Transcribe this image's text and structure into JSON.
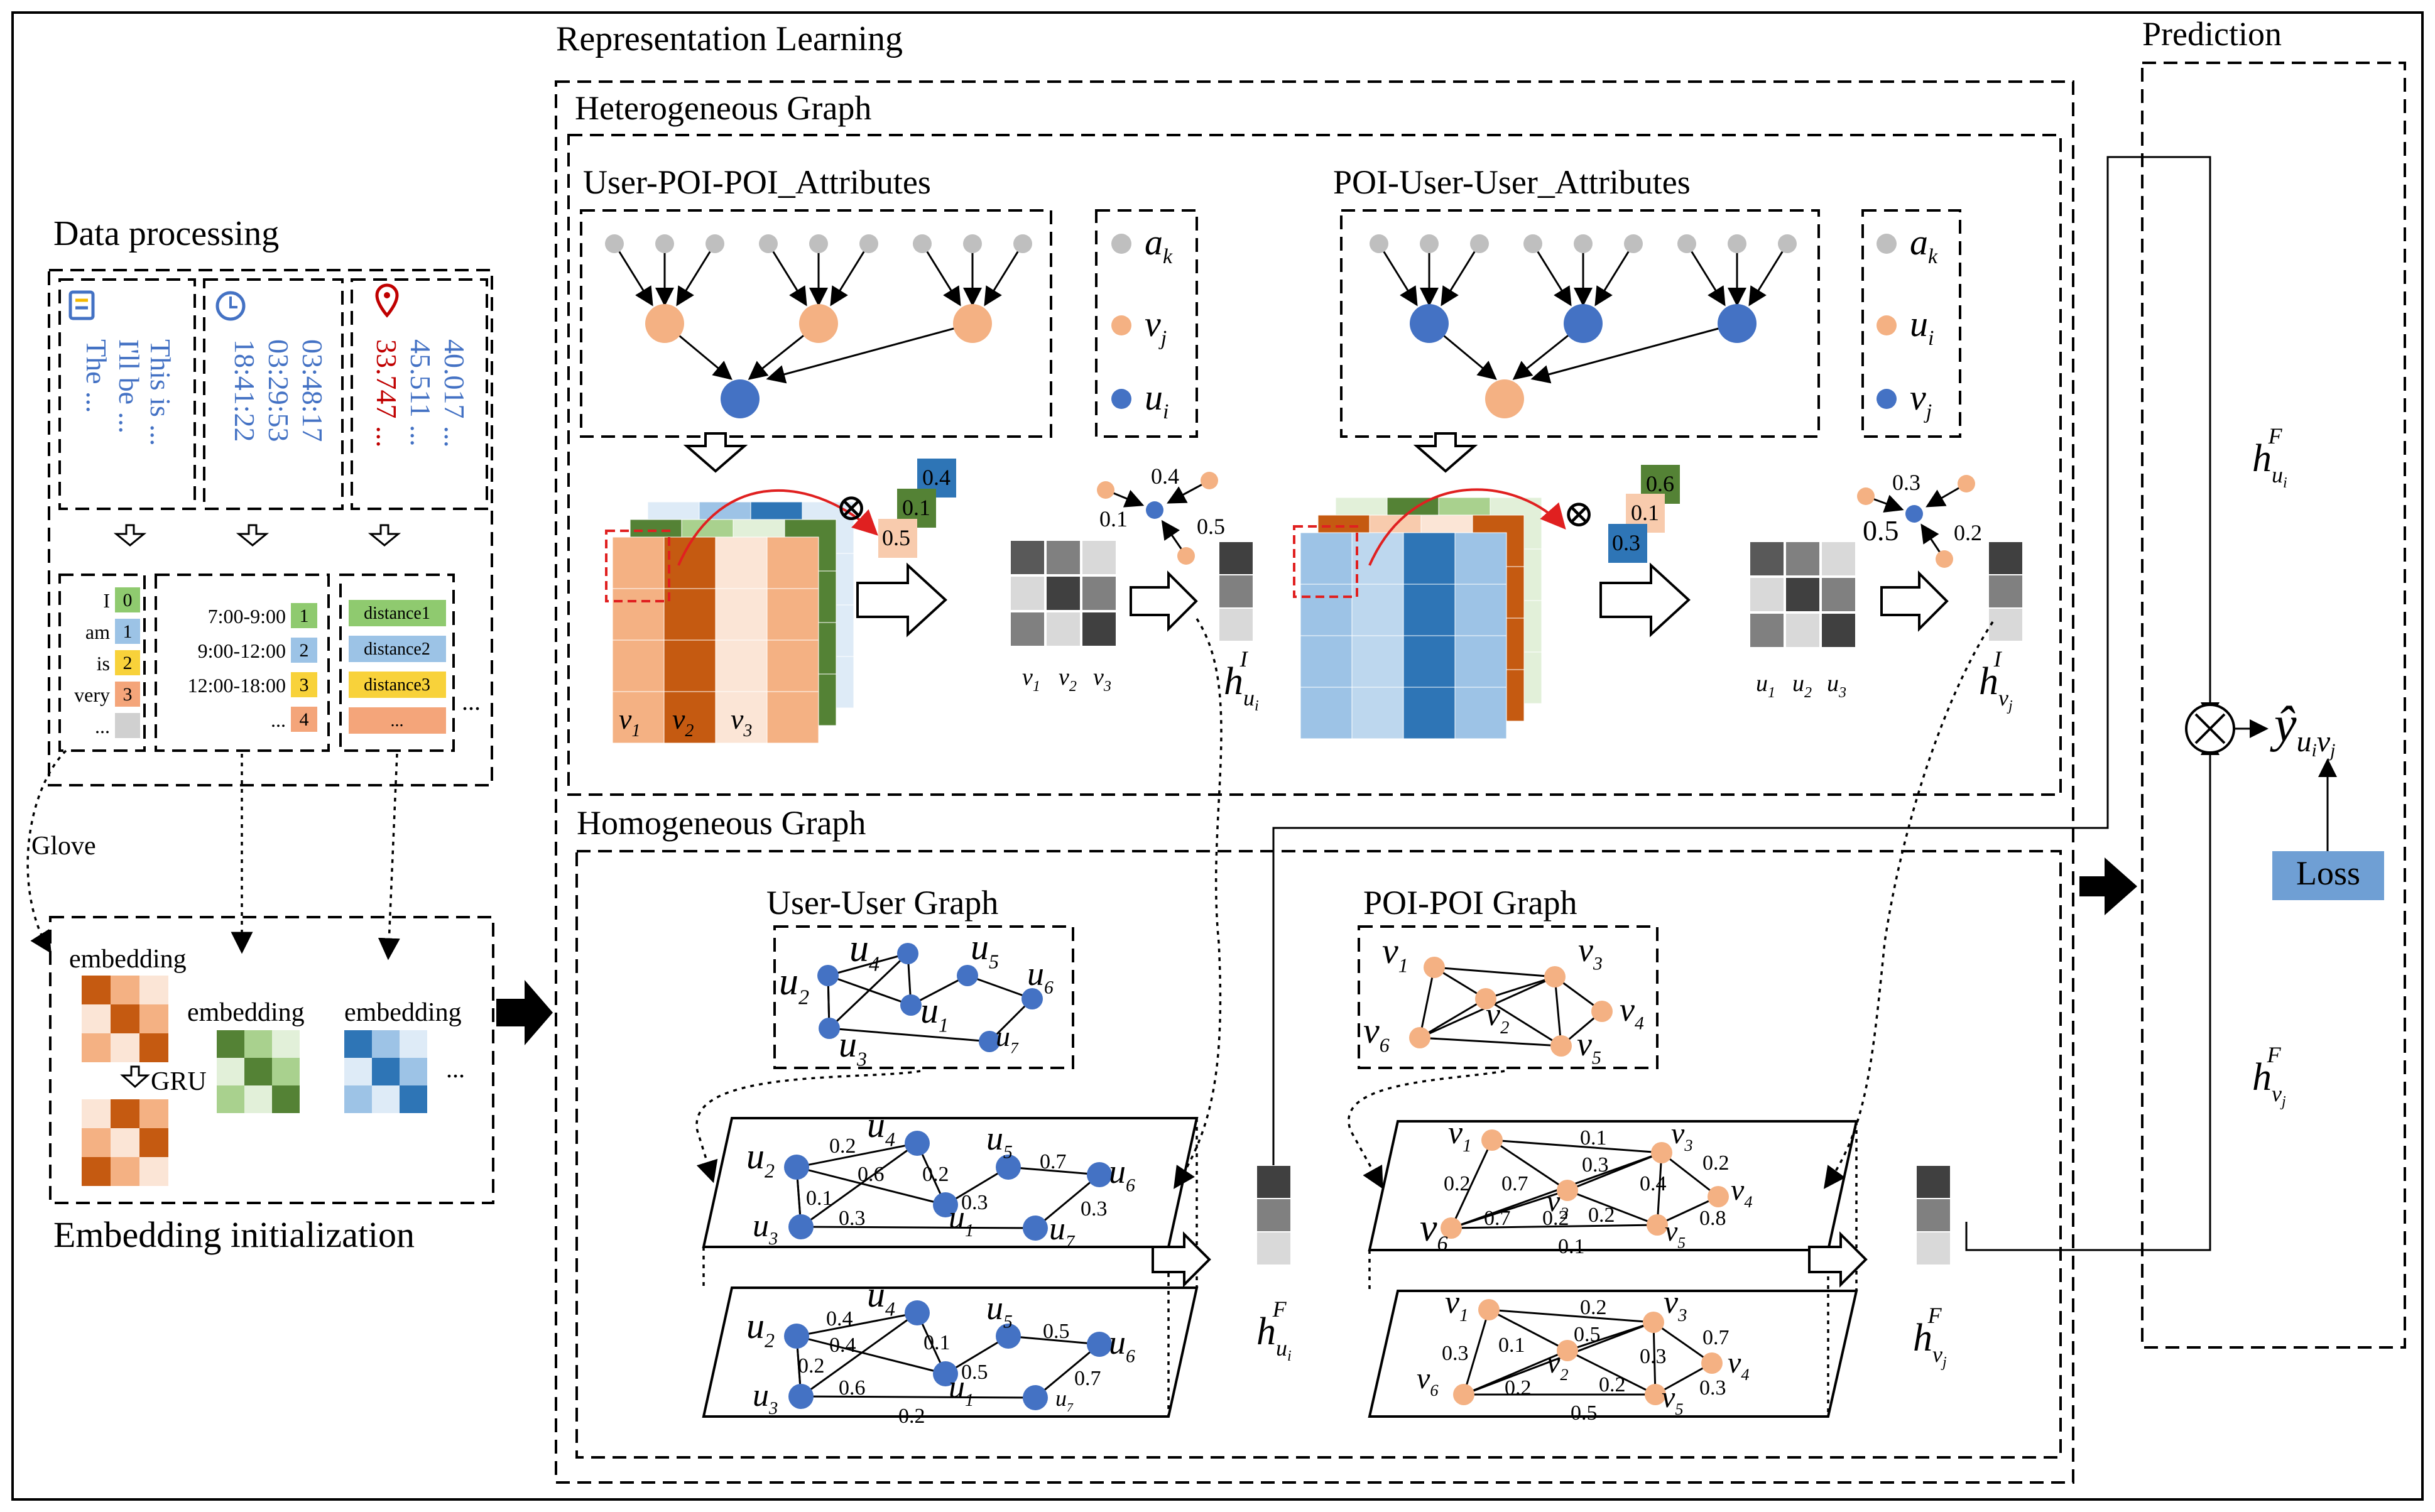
{
  "sections": {
    "data_processing": "Data processing",
    "representation_learning": "Representation Learning",
    "heterogeneous_graph": "Heterogeneous Graph",
    "homogeneous_graph": "Homogeneous Graph",
    "prediction": "Prediction",
    "embedding_initialization": "Embedding initialization",
    "user_poi_attr": "User-POI-POI_Attributes",
    "poi_user_attr": "POI-User-User_Attributes",
    "user_user_graph": "User-User Graph",
    "poi_poi_graph": "POI-POI Graph"
  },
  "data_processing": {
    "text_col": [
      "This is ...",
      "I'll be ...",
      "The ..."
    ],
    "time_col": [
      "03:48:17",
      "03:29:53",
      "18:41:22"
    ],
    "loc_col": [
      "40.017 ...",
      "45.511 ...",
      "33.747 ..."
    ],
    "words": [
      {
        "w": "I",
        "i": "0",
        "color": "#8fca6f"
      },
      {
        "w": "am",
        "i": "1",
        "color": "#9cc3e6"
      },
      {
        "w": "is",
        "i": "2",
        "color": "#f8d23a"
      },
      {
        "w": "very",
        "i": "3",
        "color": "#f4a57a"
      },
      {
        "w": "...",
        "i": "",
        "color": "#d0d0d0"
      }
    ],
    "times": [
      {
        "t": "7:00-9:00",
        "i": "1",
        "color": "#8fca6f"
      },
      {
        "t": "9:00-12:00",
        "i": "2",
        "color": "#9cc3e6"
      },
      {
        "t": "12:00-18:00",
        "i": "3",
        "color": "#f8d23a"
      },
      {
        "t": "...",
        "i": "4",
        "color": "#f4a57a"
      }
    ],
    "distances": [
      {
        "d": "distance1",
        "color": "#8fca6f"
      },
      {
        "d": "distance2",
        "color": "#9cc3e6"
      },
      {
        "d": "distance3",
        "color": "#f8d23a"
      },
      {
        "d": "...",
        "color": "#f4a57a"
      }
    ],
    "ellipsis": "...",
    "glove": "Glove"
  },
  "embedding": {
    "label": "embedding",
    "gru": "GRU",
    "ellipsis": "..."
  },
  "hetero": {
    "legend_left": [
      "a_k",
      "v_j",
      "u_i"
    ],
    "legend_right": [
      "a_k",
      "u_i",
      "v_j"
    ],
    "weights_left": [
      "0.4",
      "0.1",
      "0.5"
    ],
    "weights_right": [
      "0.6",
      "0.1",
      "0.3"
    ],
    "att_left": [
      "0.4",
      "0.1",
      "0.5"
    ],
    "att_right": [
      "0.3",
      "0.5",
      "0.2"
    ],
    "axis_left": [
      "v1",
      "v2",
      "v3"
    ],
    "axis_right": [
      "u1",
      "u2",
      "u3"
    ],
    "otimes": "⊗",
    "h_ui_I": "h",
    "h_vj_I": "h"
  },
  "homo": {
    "user_nodes": [
      "u1",
      "u2",
      "u3",
      "u4",
      "u5",
      "u6",
      "u7"
    ],
    "poi_nodes": [
      "v1",
      "v2",
      "v3",
      "v4",
      "v5",
      "v6"
    ],
    "user_weights_1": [
      "0.2",
      "0.6",
      "0.2",
      "0.7",
      "0.1",
      "0.3",
      "0.3",
      "0.3"
    ],
    "user_weights_2": [
      "0.4",
      "0.4",
      "0.1",
      "0.5",
      "0.2",
      "0.6",
      "0.5",
      "0.7",
      "0.2"
    ],
    "poi_weights_1": [
      "0.1",
      "0.3",
      "0.2",
      "0.7",
      "0.4",
      "0.2",
      "0.7",
      "0.2",
      "0.2",
      "0.8",
      "0.1"
    ],
    "poi_weights_2": [
      "0.2",
      "0.5",
      "0.3",
      "0.1",
      "0.3",
      "0.7",
      "0.2",
      "0.2",
      "0.3",
      "0.5"
    ]
  },
  "prediction": {
    "loss": "Loss",
    "otimes": "⊗"
  },
  "colors": {
    "blue_node": "#4472c4",
    "orange_node": "#f4b183",
    "gray_node": "#bfbfbf",
    "loss_fill": "#6f9fd4",
    "text_blue": "#4472c4",
    "red": "#e02020"
  }
}
